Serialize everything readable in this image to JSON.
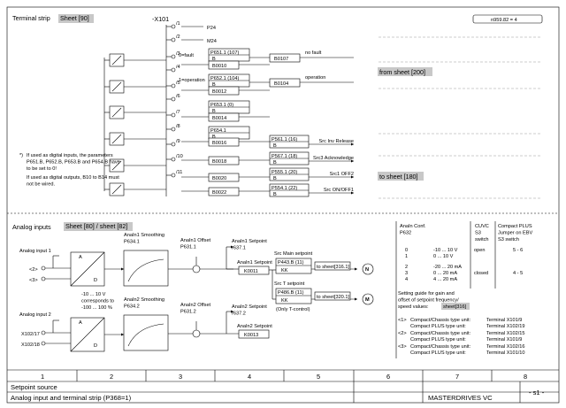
{
  "terminal": {
    "title": "Terminal strip",
    "sheet_ref": "Sheet [90]",
    "x101": "-X101",
    "param_box": "n959.82 = 4",
    "terms": [
      "/1",
      "/2",
      "/3",
      "/4",
      "/5",
      "/6",
      "/7",
      "/8",
      "/9",
      "/10",
      "/11"
    ],
    "p24": "P24",
    "m24": "M24",
    "star": "*)",
    "zero_fault": "0=fault",
    "one_operation": "1=operation",
    "params": [
      {
        "name": "P651.1 (107)",
        "b": "B"
      },
      {
        "name": "P652.1 (104)",
        "b": "B"
      },
      {
        "name": "P653.1 (0)",
        "b": "B"
      },
      {
        "name": "P654.1",
        "b": "B"
      }
    ],
    "bits": [
      "B0010",
      "B0012",
      "B0014",
      "B0016",
      "B0018",
      "B0020",
      "B0022"
    ],
    "fault_out": "B0107",
    "oper_out": "B0104",
    "no_fault": "no fault",
    "operation": "operation",
    "srcs": [
      {
        "p": "P561.1 (16)",
        "b": "B",
        "label": "Src Inv Release"
      },
      {
        "p": "P567.1 (18)",
        "b": "B",
        "label": "Src3 Acknowledge"
      },
      {
        "p": "P555.1 (20)",
        "b": "B",
        "label": "Src1 OFF2"
      },
      {
        "p": "P554.1 (22)",
        "b": "B",
        "label": "Src ON/OFF1"
      }
    ],
    "from_sheet": "from sheet  [200]",
    "to_sheet": "to sheet  [180]",
    "note_mark": "*)",
    "note1": [
      "If used as digital inputs, the parameters",
      "P651.B, P652.B, P653.B and P654.B have",
      "to be set to 0!"
    ],
    "note2": [
      "If used as digital outputs, B10 to B14 must",
      "not be wired."
    ]
  },
  "analog": {
    "title": "Analog inputs",
    "sheet_ref": "Sheet [80] / sheet [82]",
    "input1": "Analog input 1",
    "input2": "Analog input 2",
    "t1a": "<2>",
    "t1b": "<3>",
    "t2a": "X102/17",
    "t2b": "X102/18",
    "ad_a": "A",
    "ad_d": "D",
    "range": [
      "-10 ... 10 V",
      "corresponds to",
      "-100 ... 100 %"
    ],
    "smooth1": [
      "AnaIn1 Smoothing",
      "P634.1"
    ],
    "smooth2": [
      "AnaIn2 Smoothing",
      "P634.2"
    ],
    "offset1": [
      "AnaIn1 Offset",
      "P631.1"
    ],
    "offset2": [
      "AnaIn2 Offset",
      "P631.2"
    ],
    "setp1a": [
      "AnaIn1 Setpoint",
      "r637.1"
    ],
    "setp1b": "AnaIn1 Setpoint",
    "setp2a": [
      "AnaIn2 Setpoint",
      "r637.2"
    ],
    "setp2b": "AnaIn2 Setpoint",
    "k0011": "K0011",
    "k0013": "K0013",
    "src_main": "Src Main setpoint",
    "p443": "P443.B (11)",
    "kk": "KK",
    "to316": "to sheet[316.1]",
    "n_symbol": "N",
    "src_t": "Src T setpoint",
    "p486": "P486.B (11)",
    "to320": "to sheet[320.1]",
    "m_symbol": "M",
    "t_control": "(Only T-control)"
  },
  "conf": {
    "col1": [
      "AnaIn Conf.",
      "P632"
    ],
    "col2": [
      "CUVC",
      "S3",
      "switch"
    ],
    "col3": [
      "Compact PLUS",
      "Jumper on EBV",
      "S3 switch"
    ],
    "rows": [
      {
        "n": "0",
        "v": "-10 ... 10 V",
        "s": "open",
        "j": "5 - 6"
      },
      {
        "n": "1",
        "v": "0 ... 10 V",
        "s": "",
        "j": ""
      },
      {
        "n": "2",
        "v": "-20 ... 20 mA",
        "s": "",
        "j": ""
      },
      {
        "n": "3",
        "v": "0 ... 20 mA",
        "s": "closed",
        "j": "4 - 5"
      },
      {
        "n": "4",
        "v": "4 ... 20 mA",
        "s": "",
        "j": ""
      }
    ],
    "guide": [
      "Setting guide for gain and",
      "offset of setpoint frequency/",
      "speed values:"
    ],
    "guide_ref": "sheet[316]",
    "terms": [
      {
        "k": "<1>",
        "l1": "Compact/Chassis type unit:",
        "t1": "Terminal X101/9",
        "l2": "Compact PLUS type unit:",
        "t2": "Terminal X102/19"
      },
      {
        "k": "<2>",
        "l1": "Compact/Chassis type unit:",
        "t1": "Terminal X102/15",
        "l2": "Compact PLUS type unit:",
        "t2": "Terminal X101/9"
      },
      {
        "k": "<3>",
        "l1": "Compact/Chassis type unit:",
        "t1": "Terminal X102/16",
        "l2": "Compact PLUS type unit:",
        "t2": "Terminal X101/10"
      }
    ]
  },
  "footer": {
    "cols": [
      "1",
      "2",
      "3",
      "4",
      "5",
      "6",
      "7",
      "8"
    ],
    "title1": "Setpoint source",
    "title2": "Analog input and terminal strip (P368=1)",
    "product": "MASTERDRIVES VC",
    "page": "- s1 -"
  }
}
